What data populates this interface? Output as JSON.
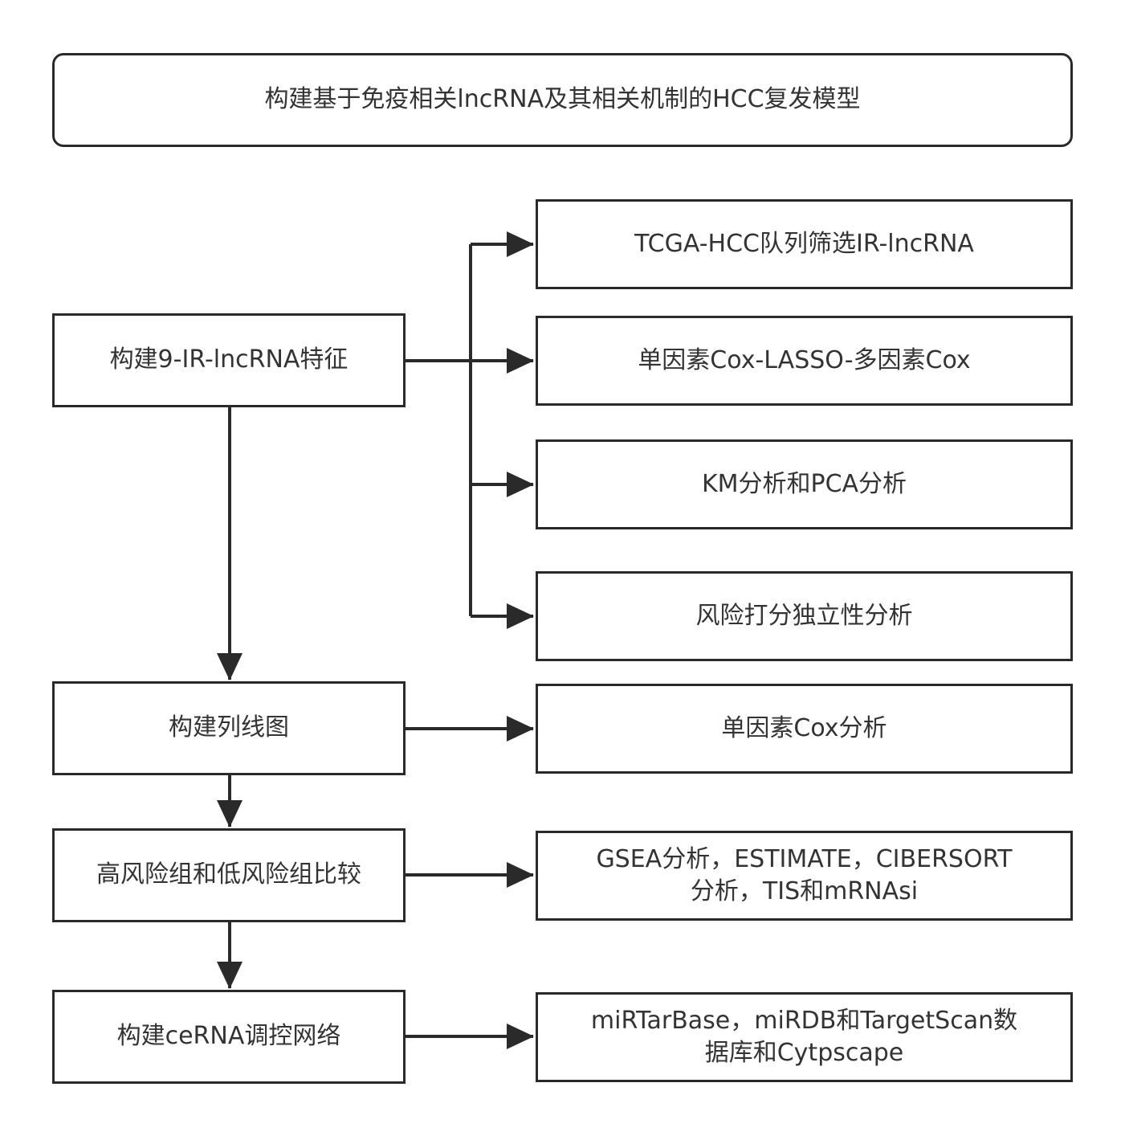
{
  "title": "构建基于免疫相关lncRNA及其相关机制的HCC复发模型",
  "left_steps": [
    "构建9-IR-lncRNA特征",
    "构建列线图",
    "高风险组和低风险组比较",
    "构建ceRNA调控网络"
  ],
  "right_steps": [
    "TCGA-HCC队列筛选IR-lncRNA",
    "单因素Cox-LASSO-多因素Cox",
    "KM分析和PCA分析",
    "风险打分独立性分析",
    "单因素Cox分析",
    "GSEA分析，ESTIMATE，CIBERSORT\n分析，TIS和mRNAsi",
    "miRTarBase，miRDB和TargetScan数\n据库和Cytpscape"
  ]
}
